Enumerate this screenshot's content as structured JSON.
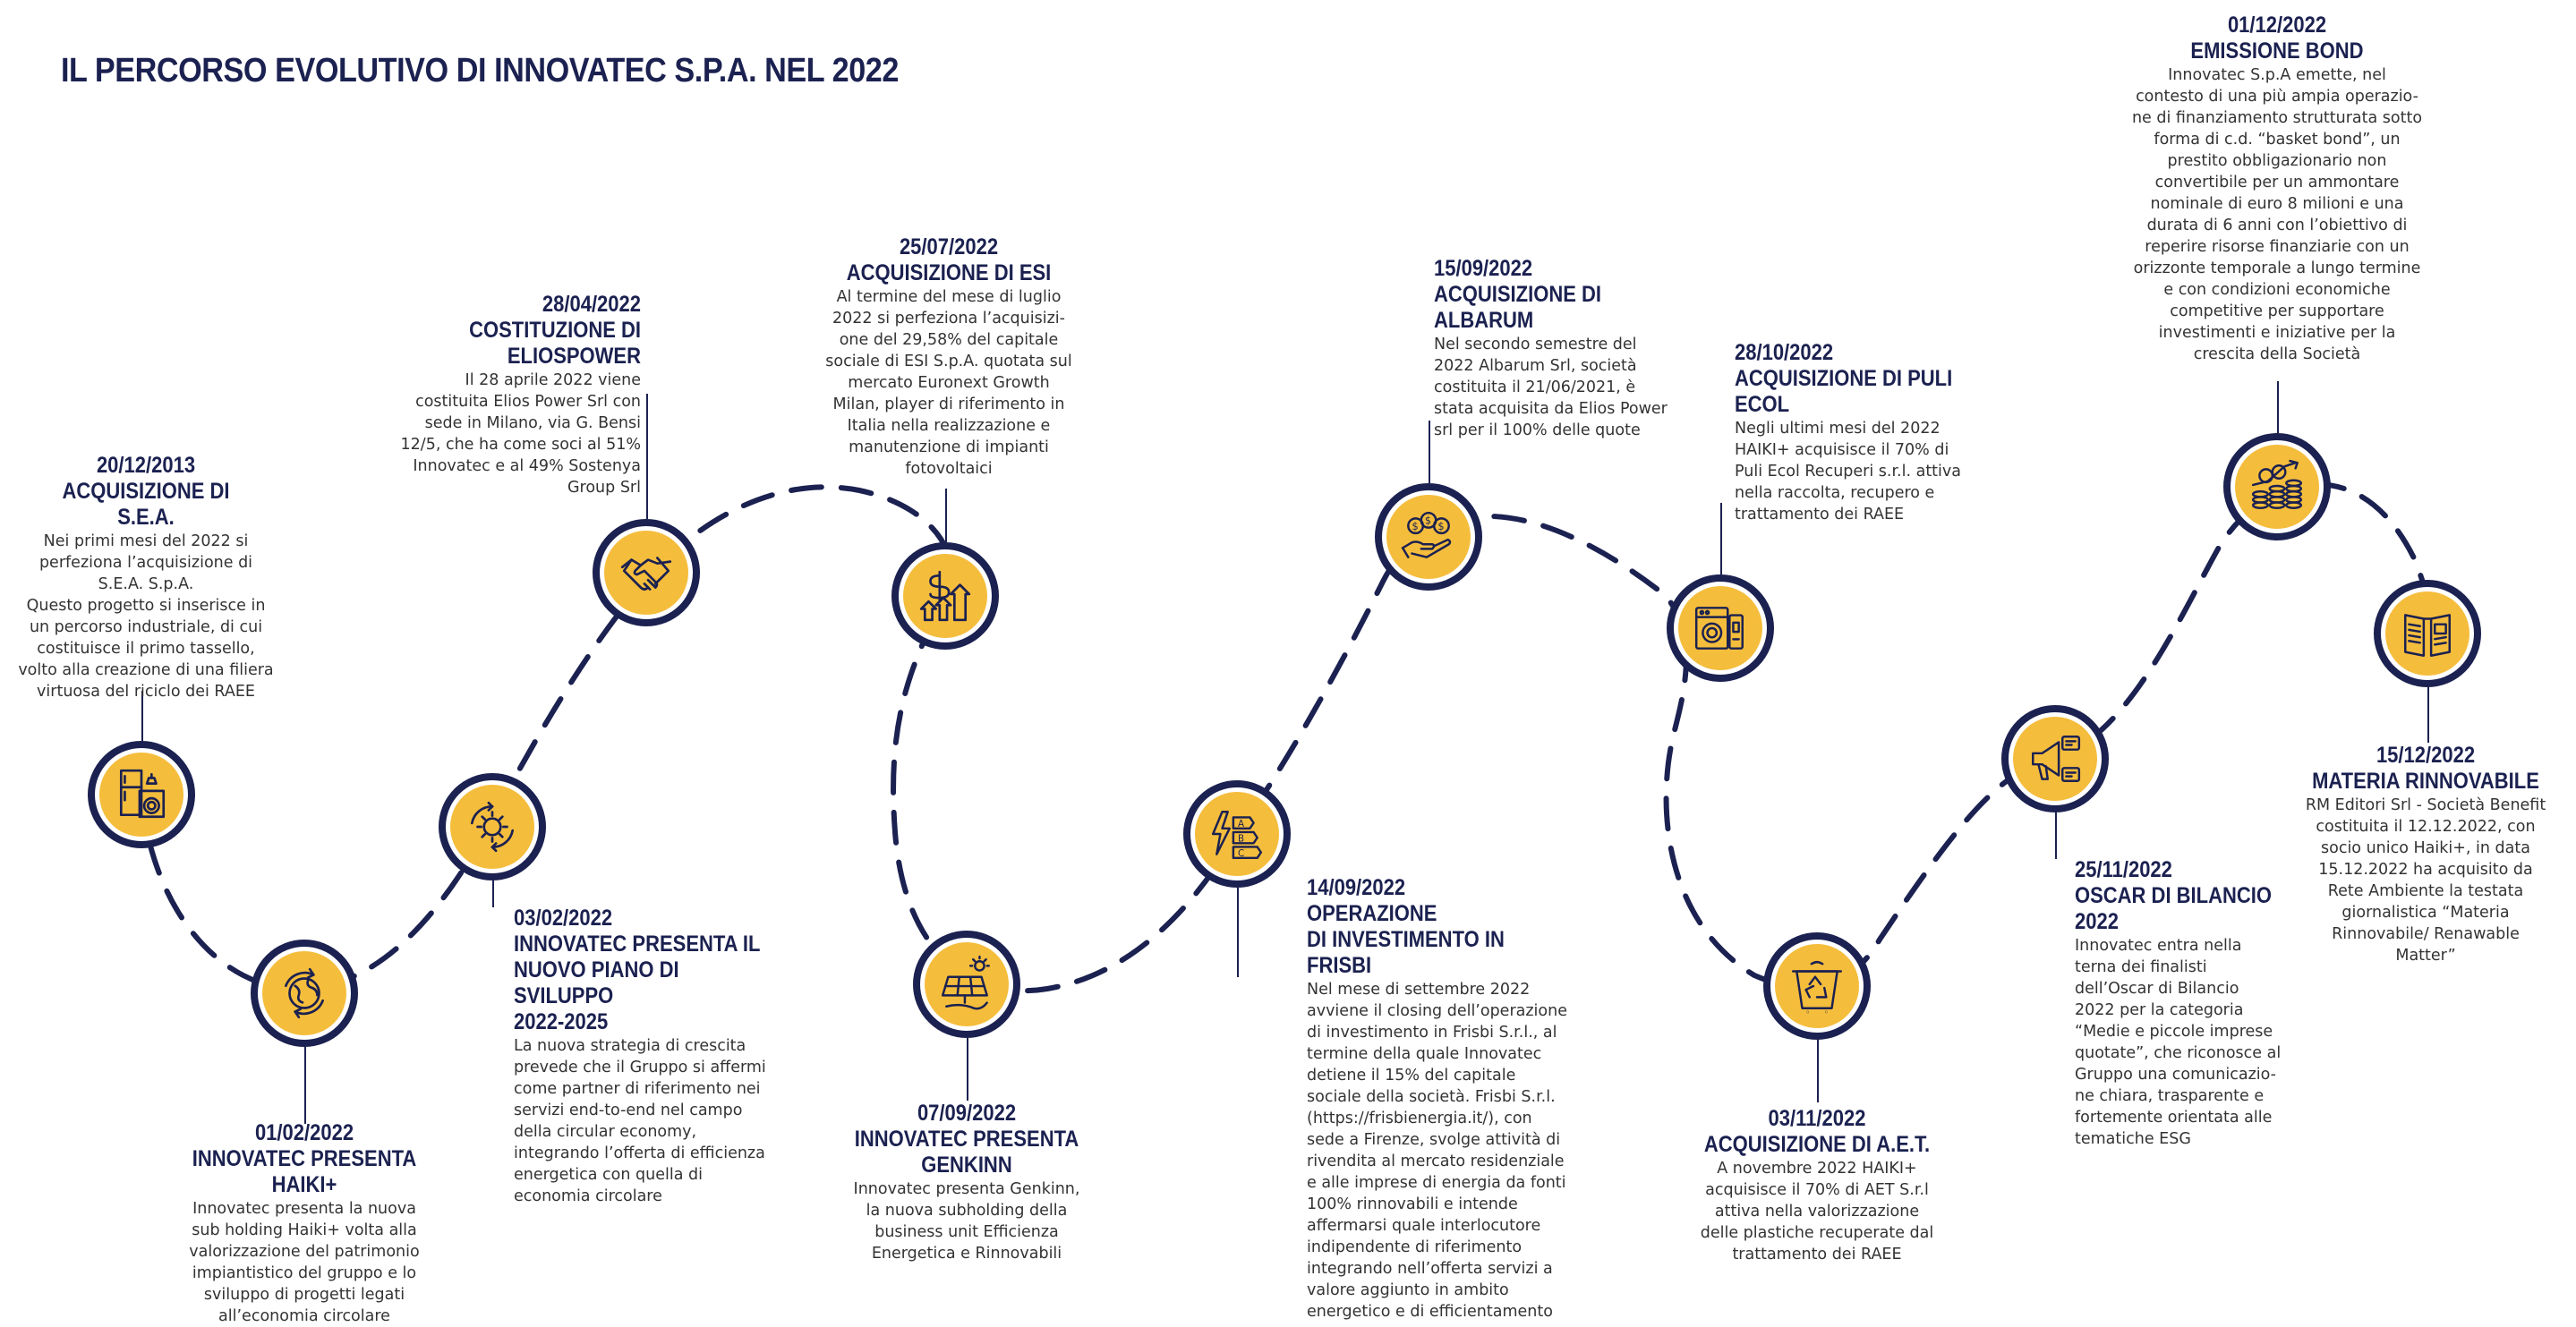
{
  "page": {
    "title": "IL PERCORSO EVOLUTIVO DI INNOVATEC S.P.A. NEL 2022"
  },
  "colors": {
    "navy": "#1b2150",
    "yellow": "#f5bd3c",
    "white": "#ffffff",
    "text": "#333333"
  },
  "milestones": [
    {
      "key": "sea",
      "icon": "appliances-icon",
      "date": "20/12/2013",
      "title": "ACQUISIZIONE DI S.E.A.",
      "body": "Nei primi mesi del 2022 si\nperfeziona l’acquisizione di\nS.E.A. S.p.A.\nQuesto progetto si inserisce in\nun percorso industriale, di cui\ncostituisce il primo tassello,\nvolto alla creazione di una filiera\nvirtuosa del riciclo dei RAEE"
    },
    {
      "key": "haiki",
      "icon": "recycle-globe-icon",
      "date": "01/02/2022",
      "title": "INNOVATEC PRESENTA HAIKI+",
      "body": "Innovatec presenta la nuova\nsub holding Haiki+ volta alla\nvalorizzazione del patrimonio\nimpiantistico del gruppo e lo\nsviluppo di progetti legati\nall’economia circolare"
    },
    {
      "key": "piano",
      "icon": "sun-cycle-icon",
      "date": "03/02/2022",
      "title": "INNOVATEC PRESENTA IL\nNUOVO PIANO DI SVILUPPO\n2022-2025",
      "body": "La nuova strategia di crescita\nprevede che il Gruppo si affermi\ncome partner di riferimento nei\nservizi end-to-end nel campo\ndella circular economy,\nintegrando l’offerta di efficienza\nenergetica con quella di\neconomia circolare"
    },
    {
      "key": "eliospower",
      "icon": "handshake-icon",
      "date": "28/04/2022",
      "title": "COSTITUZIONE DI ELIOSPOWER",
      "body": "Il 28 aprile 2022 viene\ncostituita Elios Power Srl con\nsede in Milano, via G. Bensi\n12/5, che ha come soci al 51%\nInnovatec e al 49% Sostenya\nGroup Srl"
    },
    {
      "key": "esi",
      "icon": "dollar-growth-icon",
      "date": "25/07/2022",
      "title": "ACQUISIZIONE DI ESI",
      "body": "Al termine del mese di luglio\n2022 si perfeziona l’acquisizi-\none del 29,58% del capitale\nsociale di ESI S.p.A. quotata sul\nmercato Euronext Growth\nMilan, player di riferimento in\nItalia nella realizzazione e\nmanutenzione di impianti\nfotovoltaici"
    },
    {
      "key": "genkinn",
      "icon": "solar-panel-icon",
      "date": "07/09/2022",
      "title": "INNOVATEC PRESENTA\nGENKINN",
      "body": "Innovatec presenta Genkinn,\nla nuova subholding della\nbusiness unit Efficienza\nEnergetica e Rinnovabili"
    },
    {
      "key": "frisbi",
      "icon": "energy-rating-icon",
      "date": "14/09/2022",
      "title": "OPERAZIONE\nDI INVESTIMENTO IN FRISBI",
      "body": "Nel mese di settembre 2022\navviene il closing dell’operazione\ndi investimento in Frisbi S.r.l., al\ntermine della quale Innovatec\ndetiene il 15% del capitale\nsociale della società. Frisbi S.r.l.\n(https://frisbienergia.it/), con\nsede a Firenze, svolge attività di\nrivendita al mercato residenziale\ne alle imprese di energia da fonti\n100% rinnovabili e intende\naffermarsi quale interlocutore\nindipendente di riferimento\nintegrando nell’offerta servizi a\nvalore aggiunto in ambito\nenergetico e di efficientamento"
    },
    {
      "key": "albarum",
      "icon": "coins-hand-icon",
      "date": "15/09/2022",
      "title": "ACQUISIZIONE DI ALBARUM",
      "body": "Nel secondo semestre del\n2022 Albarum Srl, società\ncostituita il 21/06/2021, è\nstata acquisita da Elios Power\nsrl per il 100% delle quote"
    },
    {
      "key": "puliecol",
      "icon": "washing-machine-icon",
      "date": "28/10/2022",
      "title": "ACQUISIZIONE DI PULI ECOL",
      "body": "Negli ultimi mesi del 2022\nHAIKI+ acquisisce il 70% di\nPuli Ecol Recuperi s.r.l. attiva\nnella raccolta, recupero e\ntrattamento dei RAEE"
    },
    {
      "key": "aet",
      "icon": "recycle-bin-icon",
      "date": "03/11/2022",
      "title": "ACQUISIZIONE DI A.E.T.",
      "body": "A novembre 2022 HAIKI+\nacquisisce il 70% di AET S.r.l\nattiva nella valorizzazione\ndelle plastiche recuperate dal\ntrattamento dei RAEE"
    },
    {
      "key": "oscar",
      "icon": "megaphone-icon",
      "date": "25/11/2022",
      "title": "OSCAR DI BILANCIO 2022",
      "body": "Innovatec entra nella\nterna dei finalisti\ndell’Oscar di Bilancio\n2022 per la categoria\n“Medie e piccole imprese\nquotate”, che riconosce al\nGruppo una comunicazio-\nne chiara, trasparente e\nfortemente orientata alle\ntematiche ESG"
    },
    {
      "key": "bond",
      "icon": "coin-stack-growth-icon",
      "date": "01/12/2022",
      "title": "EMISSIONE BOND",
      "body": "Innovatec S.p.A emette, nel\ncontesto di una più ampia operazio-\nne di finanziamento strutturata sotto\nforma di c.d. “basket bond”, un\nprestito obbligazionario non\nconvertibile per un ammontare\nnominale di euro 8 milioni e una\ndurata di 6 anni con l’obiettivo di\nreperire risorse finanziarie con un\norizzonte temporale a lungo termine\ne con condizioni economiche\ncompetitive per supportare\ninvestimenti e iniziative per la\ncrescita della Società"
    },
    {
      "key": "materia",
      "icon": "newspaper-icon",
      "date": "15/12/2022",
      "title": "MATERIA RINNOVABILE",
      "body": "RM Editori Srl - Società Benefit\ncostituita il 12.12.2022, con\nsocio unico Haiki+, in data\n15.12.2022 ha acquisito da\nRete Ambiente la testata\ngiornalistica “Materia\nRinnovabile/ Renawable\nMatter”"
    }
  ]
}
